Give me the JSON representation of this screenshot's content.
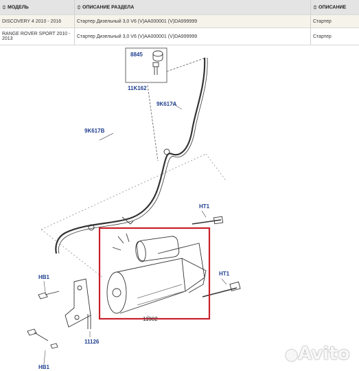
{
  "table": {
    "headers": [
      {
        "label": "МОДЕЛЬ"
      },
      {
        "label": "ОПИСАНИЕ РАЗДЕЛА"
      },
      {
        "label": "ОПИСАНИЕ"
      }
    ],
    "rows": [
      {
        "model": "DISCOVERY 4 2010 - 2016",
        "section": "Стартер Дизельный 3,0 V6 (V)AA000001 (V)DA999999",
        "desc": "Стартер"
      },
      {
        "model": "RANGE ROVER SPORT 2010 - 2013",
        "section": "Стартер Дизельный 3,0 V6 (V)AA000001 (V)DA999999",
        "desc": "Стартер"
      }
    ]
  },
  "diagram": {
    "labels": {
      "p8845": "8845",
      "p11k162": "11K162",
      "p9k617a": "9K617A",
      "p9k617b": "9K617B",
      "ht1_top": "HT1",
      "ht1_right": "HT1",
      "hb1_left": "HB1",
      "hb1_bottom": "HB1",
      "p11126": "11126",
      "p11002": "11002"
    },
    "highlight_color": "#c8202a",
    "label_color": "#1f3f8f"
  },
  "watermark": {
    "text": "Avito",
    "icon": "avito-dots-icon"
  }
}
